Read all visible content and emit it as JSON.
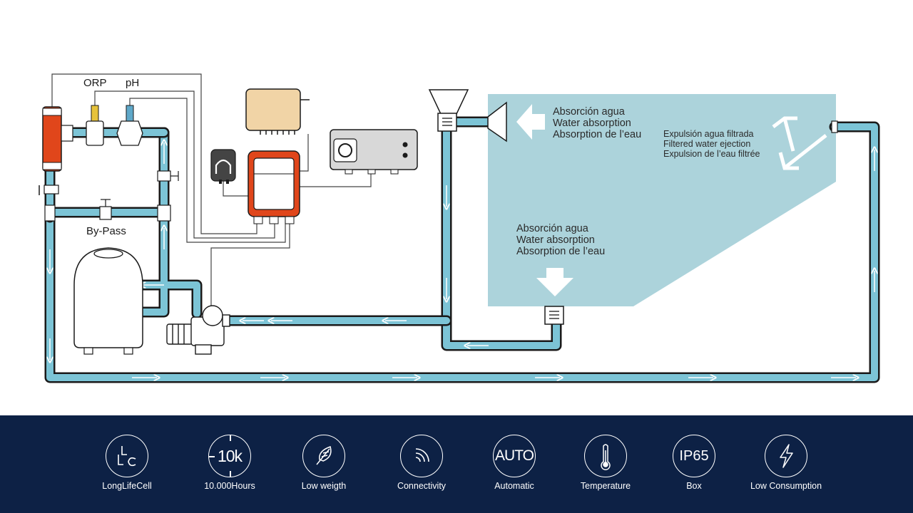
{
  "colors": {
    "water": "#7cc4d6",
    "pool": "#acd3db",
    "cell": "#e0461b",
    "controller": "#e0461b",
    "power": "#f1d4a6",
    "outline": "#1a1a1a",
    "bar": "#0d2145"
  },
  "diagram": {
    "sensors": {
      "orp_label": "ORP",
      "ph_label": "pH"
    },
    "bypass_label": "By-Pass",
    "pool": {
      "skimmer_absorption": {
        "es": "Absorción agua",
        "en": "Water absorption",
        "fr": "Absorption de l’eau"
      },
      "return_ejection": {
        "es": "Expulsión agua filtrada",
        "en": "Filtered water ejection",
        "fr": "Expulsion de l’eau filtrée"
      },
      "drain_absorption": {
        "es": "Absorción agua",
        "en": "Water absorption",
        "fr": "Absorption de l’eau"
      }
    }
  },
  "features": [
    {
      "label": "LongLifeCell",
      "icon": "llc-icon"
    },
    {
      "label": "10.000Hours",
      "icon": "10k-icon",
      "icon_text": "10k"
    },
    {
      "label": "Low weigth",
      "icon": "feather-icon"
    },
    {
      "label": "Connectivity",
      "icon": "wifi-icon"
    },
    {
      "label": "Automatic",
      "icon": "auto-icon",
      "icon_text": "AUTO"
    },
    {
      "label": "Temperature",
      "icon": "thermometer-icon"
    },
    {
      "label": "Box",
      "icon": "ip65-icon",
      "icon_text": "IP65"
    },
    {
      "label": "Low Consumption",
      "icon": "lightning-icon"
    }
  ]
}
